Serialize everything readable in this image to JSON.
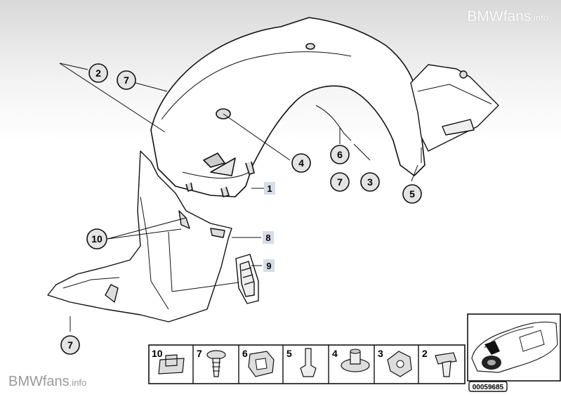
{
  "watermarks": {
    "top_brand": "BMWfans",
    "top_tld": ".info",
    "bottom_brand": "BMWfans",
    "bottom_tld": ".info"
  },
  "callouts": {
    "c2": "2",
    "c7a": "7",
    "c4": "4",
    "c6": "6",
    "c7b": "7",
    "c3": "3",
    "c5": "5",
    "c10": "10",
    "c7c": "7"
  },
  "square_labels": {
    "s1": "1",
    "s8": "8",
    "s9": "9"
  },
  "parts_strip": [
    "10",
    "7",
    "6",
    "5",
    "4",
    "3",
    "2"
  ],
  "part_number": "00059685"
}
